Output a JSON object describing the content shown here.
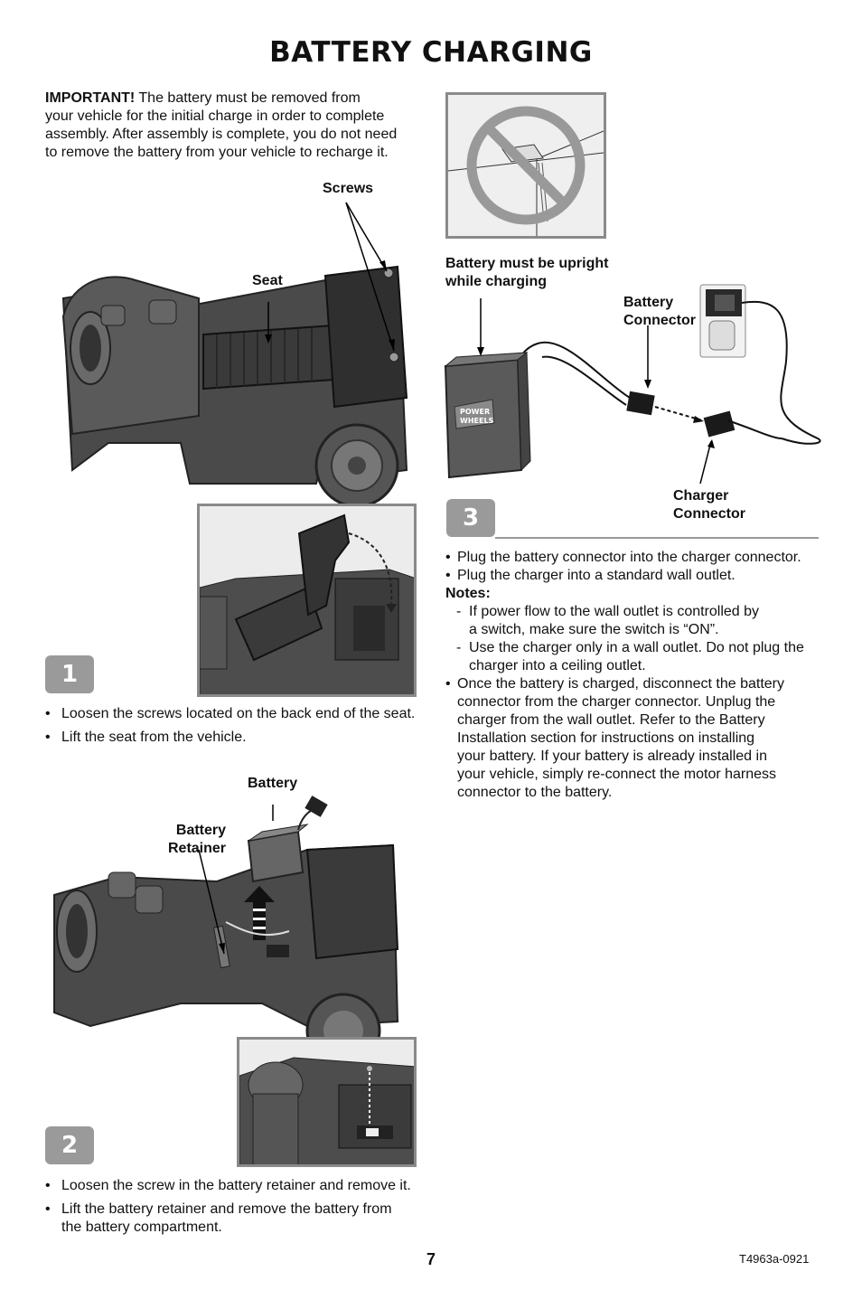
{
  "title": "BATTERY CHARGING",
  "intro": {
    "important_label": "IMPORTANT!",
    "lines": [
      " The battery must be removed from",
      "your vehicle for the initial charge in order to complete",
      "assembly. After assembly is complete, you do not need",
      "to remove the battery from your vehicle to recharge it."
    ]
  },
  "step1": {
    "badge": "1",
    "labels": {
      "screws": "Screws",
      "seat": "Seat"
    },
    "bullets": [
      "Loosen the screws located on the back end of the seat.",
      "Lift the seat from the vehicle."
    ]
  },
  "step2": {
    "badge": "2",
    "labels": {
      "battery": "Battery",
      "retainer_1": "Battery",
      "retainer_2": "Retainer"
    },
    "bullets": [
      "Loosen the screw in the battery retainer and remove it.",
      "Lift the battery retainer and remove the battery from the battery compartment."
    ],
    "bullet2_lines": [
      "Lift the battery retainer and remove the battery from",
      "the battery compartment."
    ]
  },
  "step3": {
    "badge": "3",
    "labels": {
      "upright_1": "Battery must be upright",
      "upright_2": "while charging",
      "battery_conn_1": "Battery",
      "battery_conn_2": "Connector",
      "charger_conn_1": "Charger",
      "charger_conn_2": "Connector",
      "battery_brand_1": "POWER",
      "battery_brand_2": "WHEELS"
    },
    "bullets": [
      "Plug the battery connector into the charger connector.",
      "Plug the charger into a standard wall outlet."
    ],
    "notes_label": "Notes:",
    "notes": [
      [
        "If power flow to the wall outlet is controlled by",
        "a switch, make sure the switch is “ON”."
      ],
      [
        "Use the charger only in a wall outlet. Do not plug the",
        "charger into a ceiling outlet."
      ]
    ],
    "final_bullet": [
      "Once the battery is charged, disconnect the battery",
      "connector from the charger connector. Unplug the",
      "charger from the wall outlet. Refer to the Battery",
      "Installation section for instructions on installing",
      "your battery. If your battery is already installed in",
      "your vehicle, simply re-connect the motor harness",
      "connector to the battery."
    ]
  },
  "footer": {
    "page_number": "7",
    "code": "T4963a-0921"
  }
}
